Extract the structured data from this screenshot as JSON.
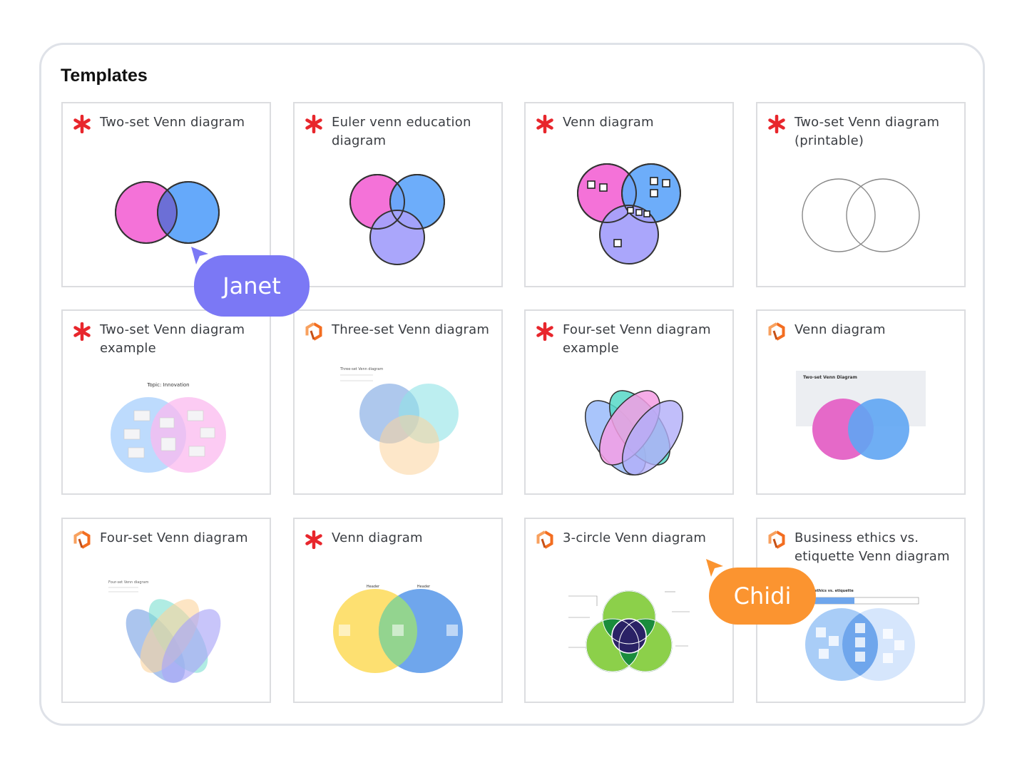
{
  "header": {
    "title": "Templates"
  },
  "cards": [
    {
      "label": "Two-set Venn diagram",
      "icon": "lucid-asterisk-icon"
    },
    {
      "label": "Euler venn education diagram",
      "icon": "lucid-asterisk-icon"
    },
    {
      "label": "Venn diagram",
      "icon": "lucid-asterisk-icon"
    },
    {
      "label": "Two-set Venn diagram (printable)",
      "icon": "lucid-asterisk-icon"
    },
    {
      "label": "Two-set Venn diagram example",
      "icon": "lucid-asterisk-icon"
    },
    {
      "label": "Three-set Venn diagram",
      "icon": "lucidchart-hex-icon"
    },
    {
      "label": "Four-set Venn diagram example",
      "icon": "lucid-asterisk-icon"
    },
    {
      "label": "Venn diagram",
      "icon": "lucidchart-hex-icon"
    },
    {
      "label": "Four-set Venn diagram",
      "icon": "lucidchart-hex-icon"
    },
    {
      "label": "Venn diagram",
      "icon": "lucid-asterisk-icon"
    },
    {
      "label": "3-circle Venn diagram",
      "icon": "lucidchart-hex-icon"
    },
    {
      "label": "Business ethics vs. etiquette Venn diagram",
      "icon": "lucidchart-hex-icon"
    }
  ],
  "collaborators": [
    {
      "name": "Janet",
      "color": "#7b78f5"
    },
    {
      "name": "Chidi",
      "color": "#fb9430"
    }
  ],
  "thumb_text": {
    "innovation_topic": "Topic: Innovation",
    "three_set_title": "Three-set Venn diagram",
    "two_set_title": "Two-set Venn Diagram",
    "four_set_title": "Four-set Venn diagram",
    "header_word": "Header",
    "business_title": "ethics vs. etiquette"
  },
  "colors": {
    "lucid_red": "#e8262c",
    "lucidchart_orange": "#f36d20",
    "pink": "#f472d8",
    "blue": "#65a9fa",
    "purple": "#a5a1fb"
  }
}
